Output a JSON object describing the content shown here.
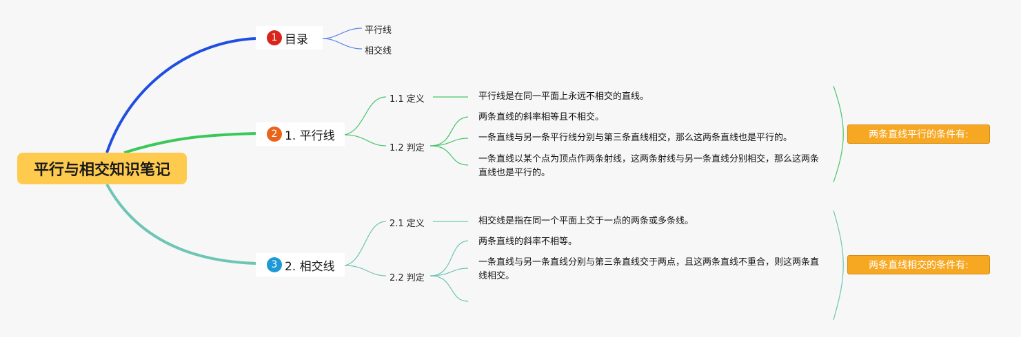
{
  "root": {
    "title": "平行与相交知识笔记"
  },
  "branches": [
    {
      "number": "1",
      "label": "目录",
      "color": "#d9261c",
      "line_color": "#1f4fe0",
      "children": [
        "平行线",
        "相交线"
      ]
    },
    {
      "number": "2",
      "label": "1. 平行线",
      "color": "#e8641b",
      "line_color": "#3ac85a",
      "definition": {
        "label": "1.1 定义",
        "text": "平行线是在同一平面上永远不相交的直线。"
      },
      "judgement": {
        "label": "1.2 判定",
        "items": [
          "两条直线的斜率相等且不相交。",
          "一条直线与另一条平行线分别与第三条直线相交，那么这两条直线也是平行的。",
          "一条直线以某个点为顶点作两条射线，这两条射线与另一条直线分别相交，那么这两条直线也是平行的。"
        ]
      },
      "summary": "两条直线平行的条件有:"
    },
    {
      "number": "3",
      "label": "2. 相交线",
      "color": "#1c9ad6",
      "line_color": "#6cc6b4",
      "definition": {
        "label": "2.1 定义",
        "text": "相交线是指在同一个平面上交于一点的两条或多条线。"
      },
      "judgement": {
        "label": "2.2 判定",
        "items": [
          "两条直线的斜率不相等。",
          "一条直线与另一条直线分别与第三条直线交于两点，且这两条直线不重合，则这两条直线相交。"
        ]
      },
      "summary": "两条直线相交的条件有:"
    }
  ]
}
